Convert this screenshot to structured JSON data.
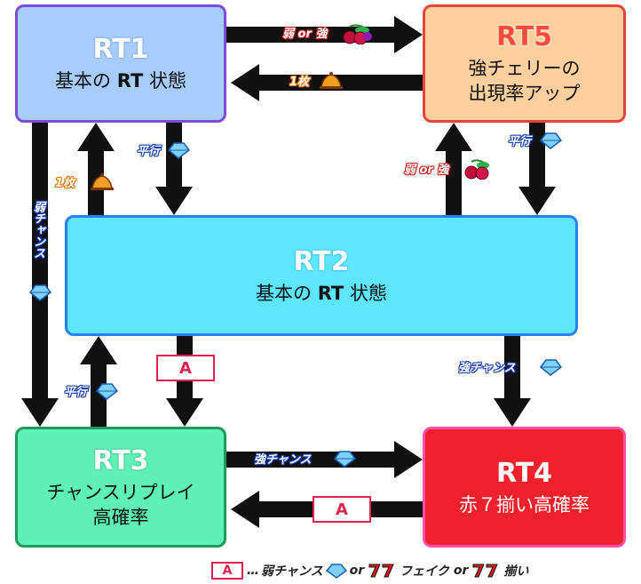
{
  "states": {
    "rt1": {
      "title": "RT1",
      "desc_pre": "基本の",
      "desc_bold": "RT",
      "desc_post": "状態"
    },
    "rt5": {
      "title": "RT5",
      "line1": "強チェリーの",
      "line2": "出現率アップ"
    },
    "rt2": {
      "title": "RT2",
      "desc_pre": "基本の",
      "desc_bold": "RT",
      "desc_post": "状態"
    },
    "rt3": {
      "title": "RT3",
      "line1": "チャンスリプレイ",
      "line2": "高確率"
    },
    "rt4": {
      "title": "RT4",
      "line1": "赤７揃い高確率"
    }
  },
  "transitions": {
    "rt1_to_rt5": "弱 or 強",
    "rt5_to_rt1": "1枚",
    "rt1_to_rt2": "平行",
    "rt2_to_rt1": "1枚",
    "rt2_to_rt5": "弱 or 強",
    "rt5_to_rt2": "平行",
    "rt1_to_rt3": "弱チャンス",
    "rt3_to_rt2": "平行",
    "rt2_to_rt3": "A",
    "rt2_to_rt4": "強チャンス",
    "rt3_to_rt4": "強チャンス",
    "rt4_to_rt3": "A"
  },
  "legend": {
    "badge": "A",
    "dots": "…",
    "part1": "弱チャンス",
    "or1": "or",
    "part2": "フェイク",
    "or2": "or",
    "part3": "揃い"
  },
  "colors": {
    "rt1_fill": "#a9ccff",
    "rt1_border": "#7a4fd6",
    "rt5_fill": "#ffcf9f",
    "rt5_border": "#e2453a",
    "rt2_fill": "#5fe6ff",
    "rt2_border": "#2a7ff0",
    "rt3_fill": "#5ff0b8",
    "rt3_border": "#1f9a5a",
    "rt4_fill": "#f0202c",
    "rt4_border": "#ff4fa8",
    "title_rt1": "#ffffff",
    "title_rt5": "#ff4b3e",
    "arrow": "#111111"
  },
  "icons": [
    "crystal-icon",
    "cherry-icon",
    "bell-icon",
    "red-seven-icon"
  ]
}
